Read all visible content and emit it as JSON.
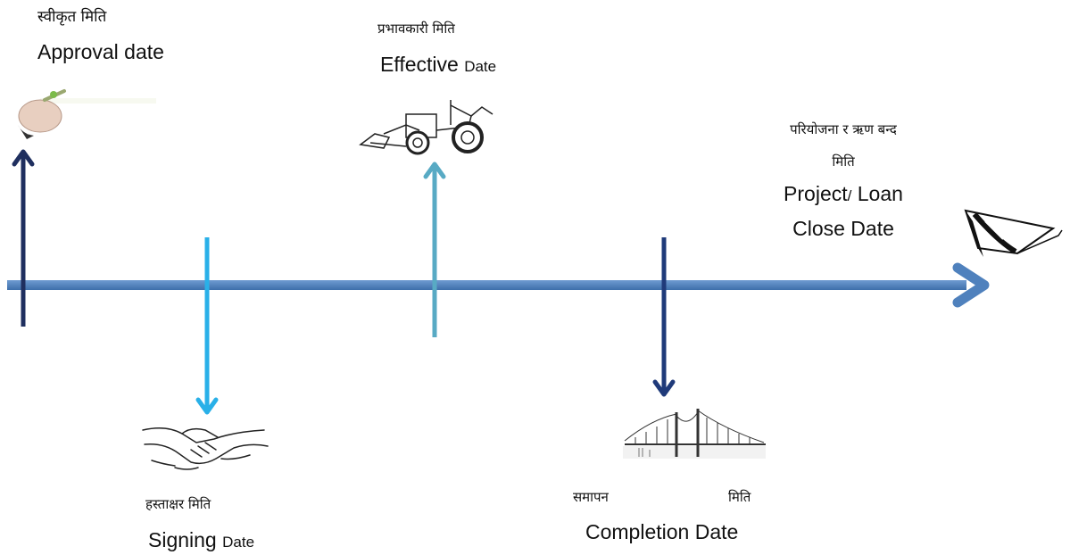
{
  "colors": {
    "timeline": "#4f81bd",
    "approval_arrow": "#1f2f5f",
    "signing_arrow": "#29b0e8",
    "effective_arrow": "#58aac4",
    "completion_arrow": "#1f3a7a"
  },
  "events": {
    "approval": {
      "nepali": "स्वीकृत मिति",
      "english": "Approval date",
      "icon": "hand-writing-icon"
    },
    "effective": {
      "nepali": "प्रभावकारी मिति",
      "english_main": "Effective",
      "english_small": "Date",
      "icon": "tractor-loader-icon"
    },
    "signing": {
      "nepali": "हस्ताक्षर मिति",
      "english_main": "Signing",
      "english_small": "Date",
      "icon": "handshake-icon"
    },
    "completion": {
      "nepali_1": "समापन",
      "nepali_2": "मिति",
      "english": "Completion Date",
      "icon": "bridge-icon"
    },
    "close": {
      "nepali_1": "परियोजना र ऋण बन्द",
      "nepali_2": "मिति",
      "english_1_main": "Project",
      "english_1_small": "/",
      "english_1_rest": "Loan",
      "english_2": "Close Date",
      "icon": "book-icon"
    }
  }
}
